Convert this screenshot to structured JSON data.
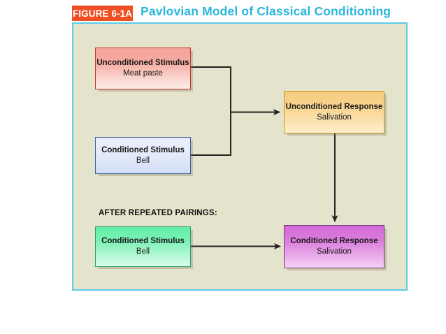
{
  "header": {
    "badge_label": "FIGURE 6-1A",
    "title": "Pavlovian Model of Classical Conditioning",
    "badge_color": "#f04e23",
    "title_color": "#29b6dd"
  },
  "panel": {
    "background_color": "#e4e3cb",
    "border_color": "#5ecbe8"
  },
  "diagram": {
    "section_label": "AFTER REPEATED PAIRINGS:",
    "nodes": [
      {
        "id": "unconditioned-stimulus",
        "title": "Unconditioned Stimulus",
        "subtitle": "Meat paste",
        "color": "#f4a49b",
        "border_color": "#c0392b"
      },
      {
        "id": "conditioned-stimulus-top",
        "title": "Conditioned Stimulus",
        "subtitle": "Bell",
        "color": "#e6ecfa",
        "border_color": "#3f5fa8"
      },
      {
        "id": "unconditioned-response",
        "title": "Unconditioned Response",
        "subtitle": "Salivation",
        "color": "#f6cb7e",
        "border_color": "#c8931f"
      },
      {
        "id": "conditioned-stimulus-bottom",
        "title": "Conditioned Stimulus",
        "subtitle": "Bell",
        "color": "#62efa6",
        "border_color": "#2f9f6f"
      },
      {
        "id": "conditioned-response",
        "title": "Conditioned Response",
        "subtitle": "Salivation",
        "color": "#d46ad6",
        "border_color": "#7a3480"
      }
    ],
    "connectors": [
      {
        "id": "us-to-junction",
        "from": "unconditioned-stimulus",
        "to": "junction",
        "arrowhead": false
      },
      {
        "id": "cs-to-junction",
        "from": "conditioned-stimulus-top",
        "to": "junction",
        "arrowhead": false
      },
      {
        "id": "junction-to-unconditioned-response",
        "from": "junction",
        "to": "unconditioned-response",
        "arrowhead": true
      },
      {
        "id": "unconditioned-response-to-conditioned-response",
        "from": "unconditioned-response",
        "to": "conditioned-response",
        "arrowhead": true
      },
      {
        "id": "conditioned-stimulus-bottom-to-conditioned-response",
        "from": "conditioned-stimulus-bottom",
        "to": "conditioned-response",
        "arrowhead": true
      }
    ],
    "connector_color": "#231f20"
  }
}
